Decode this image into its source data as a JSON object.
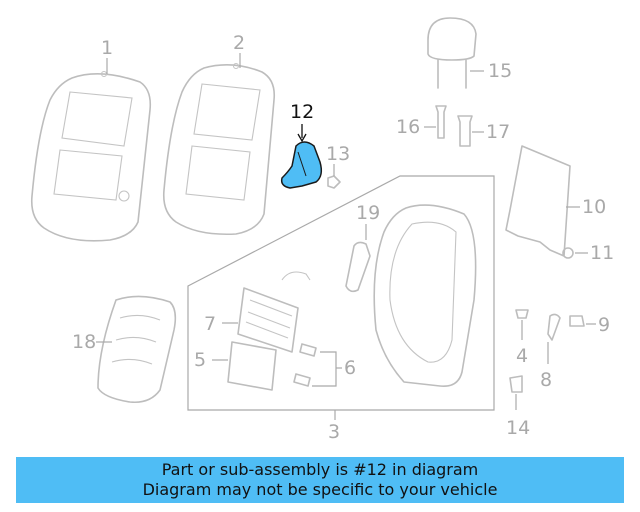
{
  "diagram": {
    "highlighted_part": "12",
    "highlight_color": "#4fbdf5",
    "part_numbers": {
      "p1": "1",
      "p2": "2",
      "p3": "3",
      "p4": "4",
      "p5": "5",
      "p6": "6",
      "p7": "7",
      "p8": "8",
      "p9": "9",
      "p10": "10",
      "p11": "11",
      "p12": "12",
      "p13": "13",
      "p14": "14",
      "p15": "15",
      "p16": "16",
      "p17": "17",
      "p18": "18",
      "p19": "19"
    }
  },
  "banner": {
    "line1": "Part or sub-assembly is #12 in diagram",
    "line2": "Diagram may not be specific to your vehicle"
  }
}
